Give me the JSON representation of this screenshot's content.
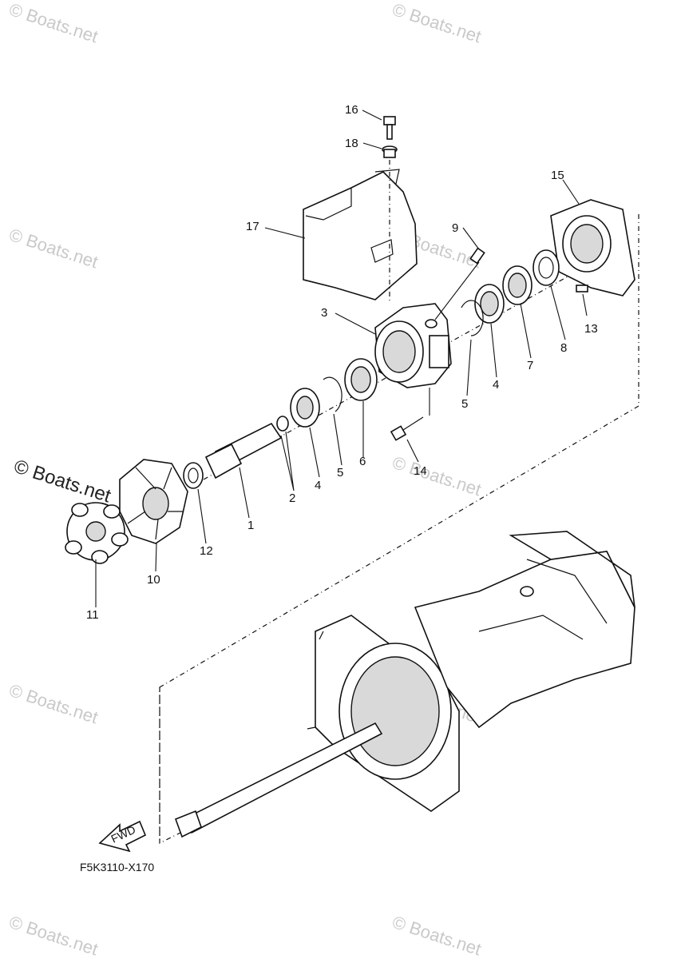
{
  "diagram": {
    "code": "F5K3110-X170",
    "fwd_label": "FWD",
    "watermark": "© Boats.net",
    "callouts": [
      "1",
      "2",
      "3",
      "4",
      "4",
      "5",
      "5",
      "6",
      "7",
      "8",
      "9",
      "10",
      "11",
      "12",
      "13",
      "14",
      "15",
      "16",
      "17",
      "18"
    ]
  }
}
